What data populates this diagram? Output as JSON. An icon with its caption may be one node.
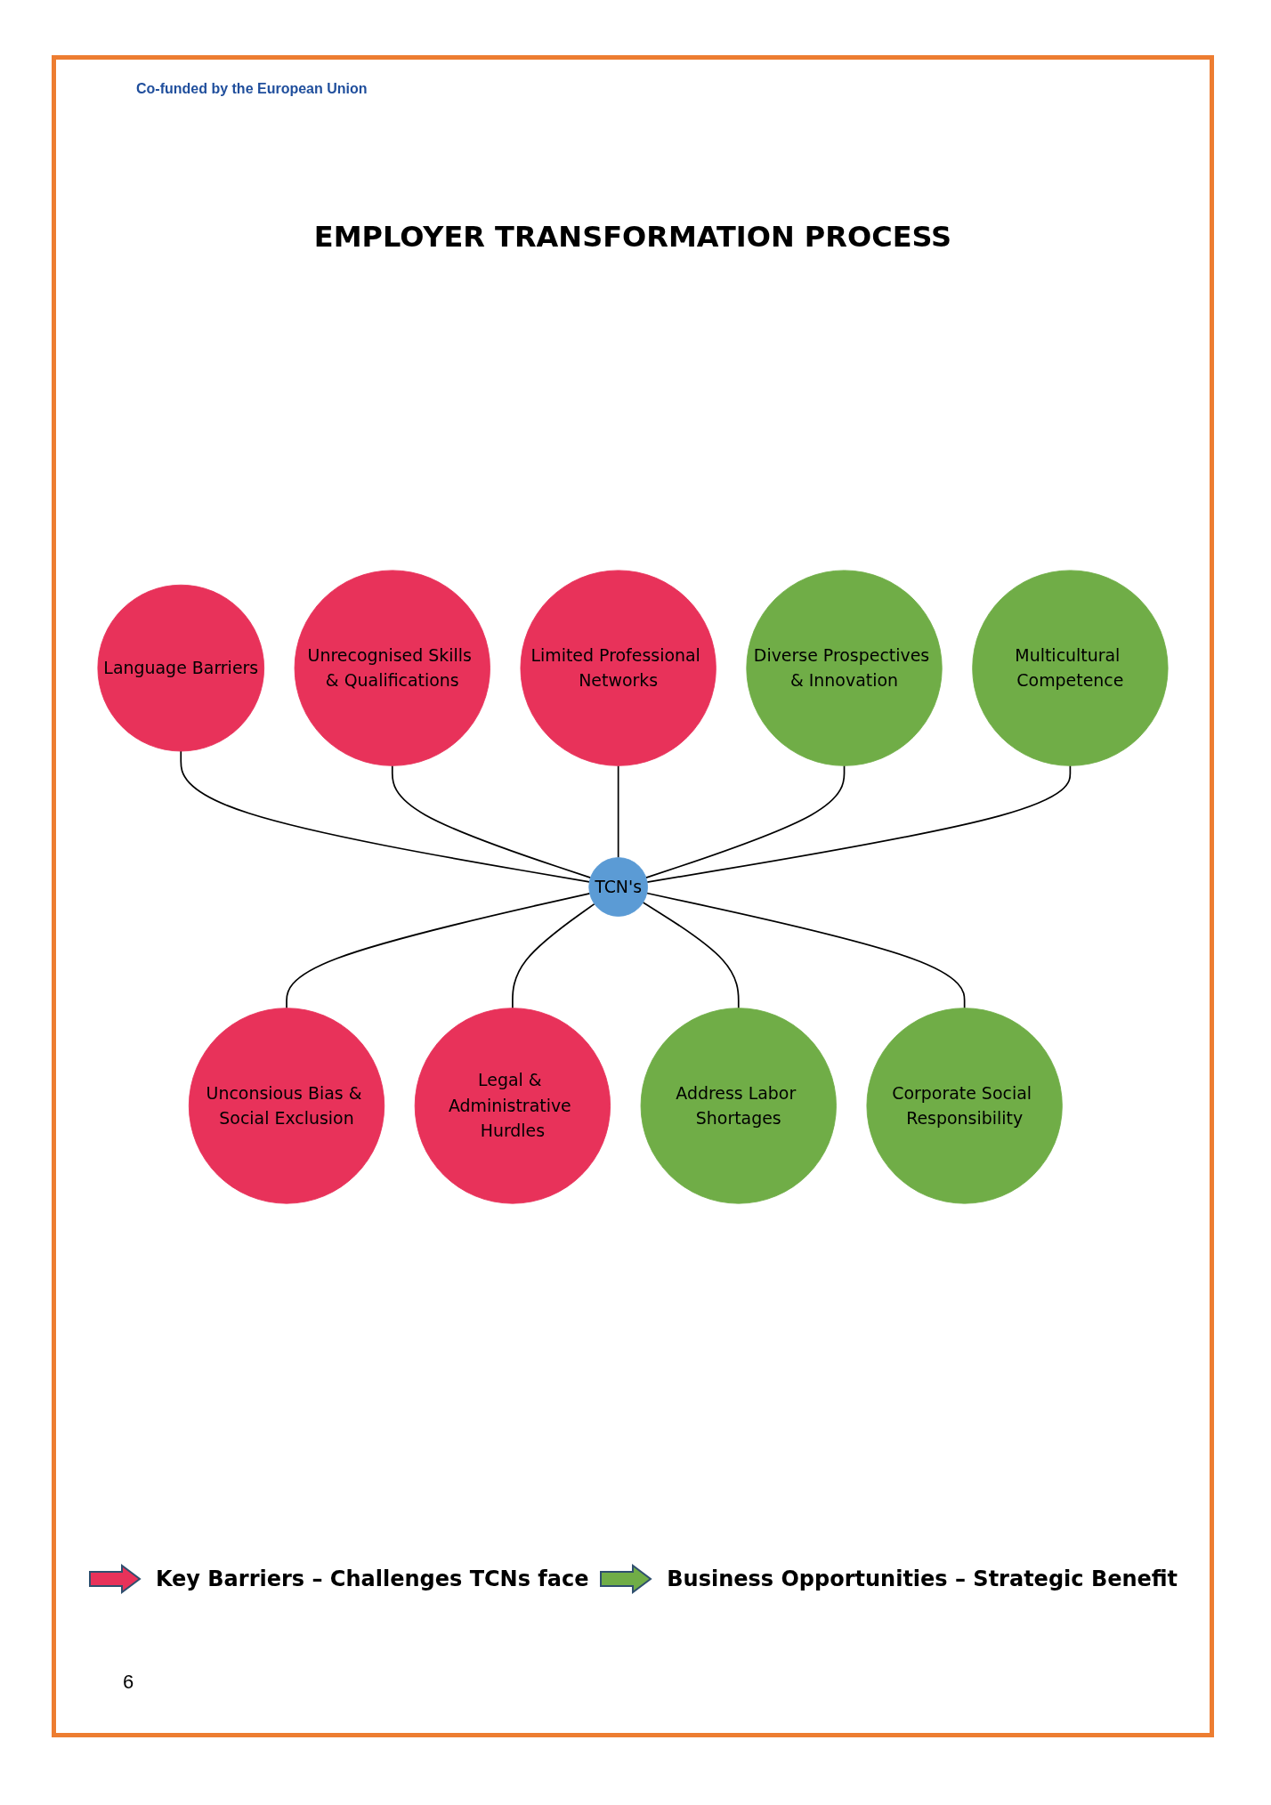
{
  "diagram": {
    "title": "EMPLOYER TRANSFORMATION PROCESS",
    "nodes": [
      {
        "text": [
          "Limited Professional Networks"
        ]
      },
      {
        "text": [
          "Unrecognised Skills & Qualifications"
        ]
      },
      {
        "text": [
          "Diverse Prospectives & Innovation"
        ]
      },
      {
        "text": [
          "Language Barriers"
        ]
      },
      {
        "text": [
          "TCN's"
        ]
      },
      {
        "text": [
          "Multicultural Competence"
        ]
      },
      {
        "text": [
          "Unconsious Bias & Social Exclusion"
        ]
      },
      {
        "text": [
          "Corporate Social Responsibility"
        ]
      },
      {
        "text": [
          "Legal & Administrative Hurdles"
        ]
      },
      {
        "text": [
          "Address Labor Shortages"
        ]
      }
    ],
    "edges": [
      {
        "from": 3,
        "to": 4,
        "arrow": "none"
      },
      {
        "from": 1,
        "to": 4,
        "arrow": "none"
      },
      {
        "from": 0,
        "to": 4,
        "arrow": "none"
      },
      {
        "from": 2,
        "to": 4,
        "arrow": "none"
      },
      {
        "from": 5,
        "to": 4,
        "arrow": "none"
      },
      {
        "from": 4,
        "to": 6,
        "arrow": "none"
      },
      {
        "from": 4,
        "to": 8,
        "arrow": "none"
      },
      {
        "from": 4,
        "to": 9,
        "arrow": "none"
      },
      {
        "from": 4,
        "to": 7,
        "arrow": "none"
      }
    ],
    "labels": [
      "Co-funded by the European Union",
      "6"
    ],
    "legend": [
      {
        "text": "Key Barriers – Challenges TCNs face",
        "color": "#e8325a"
      },
      {
        "text": "Business Opportunities – Strategic Benefit",
        "color": "#70ad47"
      }
    ]
  }
}
